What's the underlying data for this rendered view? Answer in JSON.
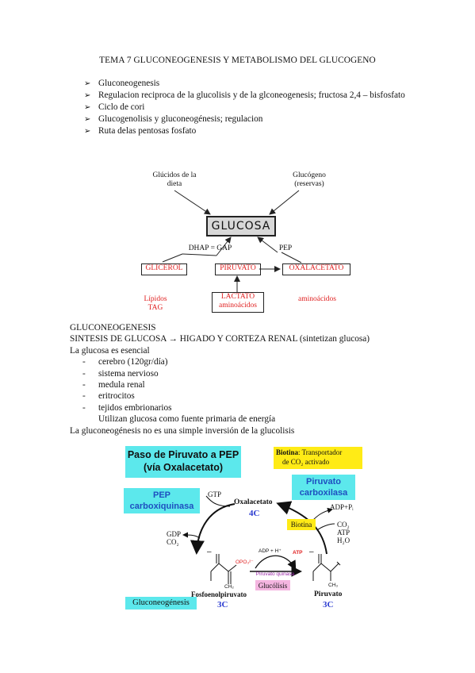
{
  "title": "TEMA 7 GLUCONEOGENESIS Y METABOLISMO DEL GLUCOGENO",
  "bullets": [
    "Gluconeogenesis",
    "Regulacion reciproca de la glucolisis y de la glconeogenesis; fructosa 2,4 – bisfosfato",
    "Ciclo de cori",
    "Glucogenolisis y gluconeogénesis; regulacion",
    "Ruta delas pentosas fosfato"
  ],
  "diagram1": {
    "top_left": "Glúcidos de la dieta",
    "top_right": "Glucógeno (reservas)",
    "center": "GLUCOSA",
    "left_link": "DHAP = GAP",
    "right_link": "PEP",
    "box_glicerol": "GLICEROL",
    "box_piruvato": "PIRUVATO",
    "box_oxalacetato": "OXALACETATO",
    "lipidos": "Lípidos TAG",
    "box_lactato": "LACTATO aminoácidos",
    "aminoacidos": "aminoácidos"
  },
  "section": {
    "heading": "GLUCONEOGENESIS",
    "synthesis": "SINTESIS DE GLUCOSA → HIGADO Y CORTEZA RENAL (sintetizan glucosa)",
    "essential": "La glucosa es esencial",
    "items": [
      "cerebro (120gr/día)",
      "sistema nervioso",
      "medula renal",
      "eritrocitos",
      "tejidos embrionarios"
    ],
    "note": "Utilizan glucosa como fuente primaria de energía",
    "closing": "La gluconeogénesis no es una simple inversión de la glucolisis"
  },
  "diagram2": {
    "title_line1": "Paso de Piruvato a PEP",
    "title_line2": "(vía Oxalacetato)",
    "biotina_label": "Biotina",
    "biotina_desc1": ": Transportador",
    "biotina_desc2": "de CO₂ activado",
    "pc_line1": "Piruvato",
    "pc_line2": "carboxilasa",
    "pepck_line1": "PEP",
    "pepck_line2": "carboxiquinasa",
    "gtp": "GTP",
    "oxalacetato": "Oxalacetato",
    "c4": "4C",
    "adp_pi": "ADP+Pᵢ",
    "biotina_box": "Biotina",
    "co2": "CO₂",
    "atp": "ATP",
    "h2o": "H₂O",
    "gdp": "GDP",
    "co2_left": "CO₂",
    "adp_h": "ADP + H⁺",
    "atp_red": "ATP",
    "piruvato_quinasa": "Piruvato quinasa",
    "glucolisis": "Glucólisis",
    "fosfoenolpiruvato": "Fosfoenolpiruvato",
    "c3_left": "3C",
    "piruvato": "Piruvato",
    "c3_right": "3C",
    "gluconeogenesis": "Gluconeogénesis",
    "opo3": "OPO₃²⁻",
    "ch2": "CH₂",
    "ch3": "CH₃",
    "minus": "–"
  }
}
